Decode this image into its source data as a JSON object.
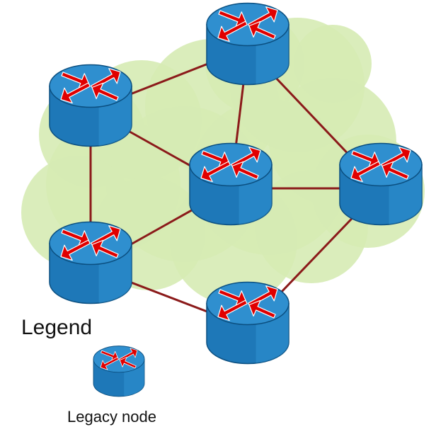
{
  "diagram": {
    "colors": {
      "cloud": "#d6ebb4",
      "cloud_edge": "#cfe6a8",
      "link": "#8b1a1a",
      "router_side": "#1e78b8",
      "router_top": "#2f8fcf",
      "router_outline": "#0b4f80",
      "arrow": "#e00000"
    },
    "nodes": [
      {
        "id": "n1",
        "name": "router-top",
        "icon": "router-icon"
      },
      {
        "id": "n2",
        "name": "router-upper-left",
        "icon": "router-icon"
      },
      {
        "id": "n3",
        "name": "router-center",
        "icon": "router-icon"
      },
      {
        "id": "n4",
        "name": "router-right",
        "icon": "router-icon"
      },
      {
        "id": "n5",
        "name": "router-lower-left",
        "icon": "router-icon"
      },
      {
        "id": "n6",
        "name": "router-bottom",
        "icon": "router-icon"
      }
    ],
    "links": [
      [
        "n1",
        "n2"
      ],
      [
        "n1",
        "n3"
      ],
      [
        "n1",
        "n4"
      ],
      [
        "n2",
        "n3"
      ],
      [
        "n2",
        "n5"
      ],
      [
        "n3",
        "n4"
      ],
      [
        "n3",
        "n5"
      ],
      [
        "n4",
        "n6"
      ],
      [
        "n5",
        "n6"
      ]
    ]
  },
  "legend": {
    "title": "Legend",
    "items": [
      {
        "label": "Legacy node",
        "icon": "router-icon"
      }
    ]
  }
}
